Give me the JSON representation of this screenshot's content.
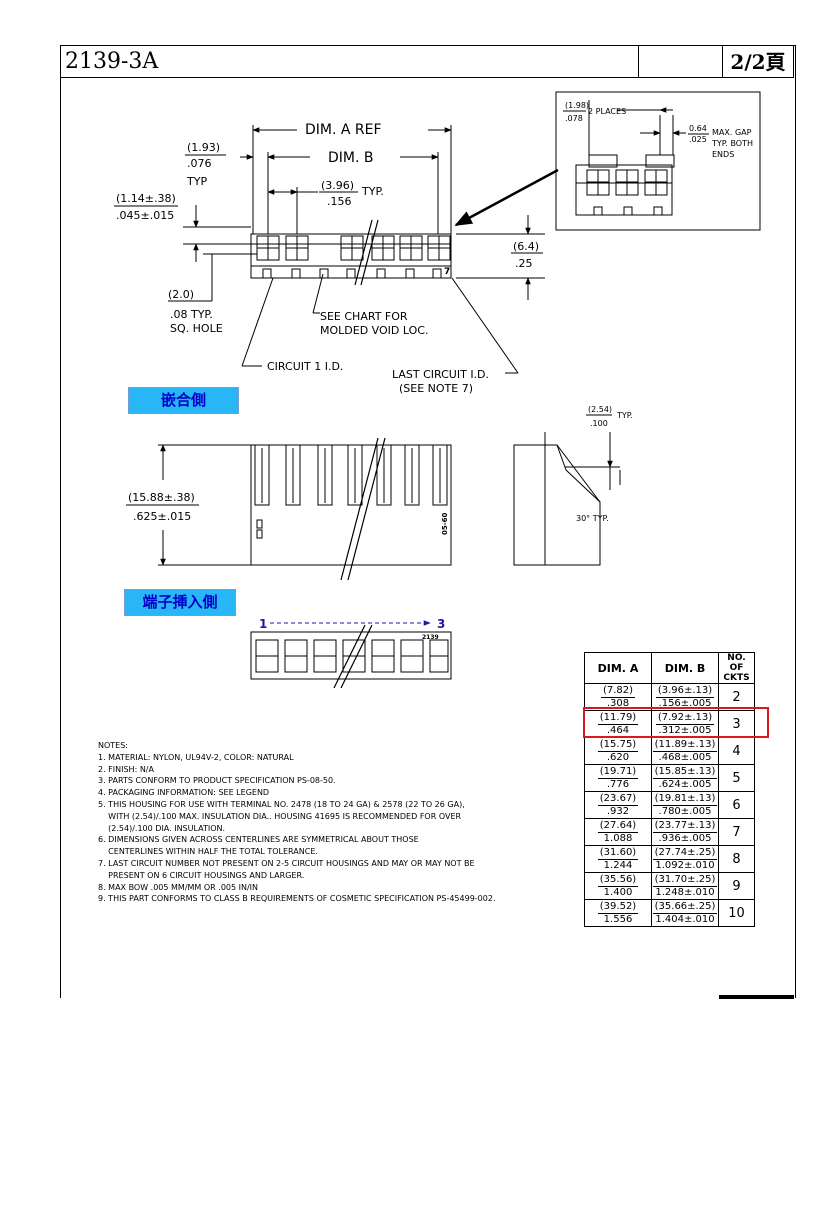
{
  "header": {
    "doc_number": "2139-3A",
    "page_indicator": "2/2頁"
  },
  "view_labels": {
    "mating_side": "嵌合側",
    "terminal_insertion_side": "端子挿入側"
  },
  "top_view": {
    "dim_a_ref": "DIM. A REF",
    "dim_b": "DIM. B",
    "offset_mm": "(1.93)",
    "offset_in": ".076",
    "offset_typ": "TYP",
    "pitch_mm": "(3.96)",
    "pitch_in": ".156",
    "pitch_typ": "TYP.",
    "wall_mm": "(1.14±.38)",
    "wall_in": ".045±.015",
    "height_mm": "(6.4)",
    "height_in": ".25",
    "hole_mm": "(2.0)",
    "hole_in": ".08 TYP.",
    "hole_note": "SQ. HOLE",
    "void_note_1": "SEE CHART FOR",
    "void_note_2": "MOLDED VOID LOC.",
    "circuit1": "CIRCUIT 1 I.D.",
    "last_circuit_1": "LAST CIRCUIT I.D.",
    "last_circuit_2": "(SEE NOTE 7)",
    "circuit_number": "7"
  },
  "detail_view": {
    "width_mm": "(1.98)",
    "width_in": ".078",
    "places": "2 PLACES",
    "gap_mm": "0.64",
    "gap_in": ".025",
    "gap_note_1": "MAX. GAP",
    "gap_note_2": "TYP. BOTH",
    "gap_note_3": "ENDS"
  },
  "side_view": {
    "height_mm": "(15.88±.38)",
    "height_in": ".625±.015",
    "marking": "05-60",
    "chamfer_mm": "(2.54)",
    "chamfer_in": ".100",
    "chamfer_typ": "TYP.",
    "angle": "30° TYP."
  },
  "insertion_view": {
    "arrow_start": "1",
    "arrow_end": "3",
    "part_mark": "2139"
  },
  "notes": [
    "NOTES:",
    "1. MATERIAL: NYLON, UL94V-2, COLOR: NATURAL",
    "2. FINISH: N/A",
    "3. PARTS CONFORM TO PRODUCT SPECIFICATION PS-08-50.",
    "4. PACKAGING INFORMATION: SEE LEGEND",
    "5. THIS HOUSING FOR USE WITH TERMINAL NO. 2478 (18 TO 24 GA) & 2578 (22 TO 26 GA),",
    "    WITH (2.54)/.100 MAX. INSULATION DIA.. HOUSING 41695 IS RECOMMENDED FOR OVER",
    "    (2.54)/.100 DIA. INSULATION.",
    "6. DIMENSIONS GIVEN ACROSS CENTERLINES ARE SYMMETRICAL ABOUT THOSE",
    "    CENTERLINES WITHIN HALF THE TOTAL TOLERANCE.",
    "7. LAST CIRCUIT NUMBER NOT PRESENT ON 2-5 CIRCUIT HOUSINGS AND MAY OR MAY NOT BE",
    "    PRESENT ON 6 CIRCUIT HOUSINGS AND LARGER.",
    "8. MAX BOW .005 MM/MM OR .005 IN/IN",
    "9. THIS PART CONFORMS TO CLASS B REQUIREMENTS OF COSMETIC SPECIFICATION PS-45499-002."
  ],
  "dim_table": {
    "headers": [
      "DIM. A",
      "DIM. B",
      "NO. OF CKTS"
    ],
    "rows": [
      {
        "a_mm": "(7.82)",
        "a_in": ".308",
        "b_mm": "(3.96±.13)",
        "b_in": ".156±.005",
        "ckts": "2"
      },
      {
        "a_mm": "(11.79)",
        "a_in": ".464",
        "b_mm": "(7.92±.13)",
        "b_in": ".312±.005",
        "ckts": "3"
      },
      {
        "a_mm": "(15.75)",
        "a_in": ".620",
        "b_mm": "(11.89±.13)",
        "b_in": ".468±.005",
        "ckts": "4"
      },
      {
        "a_mm": "(19.71)",
        "a_in": ".776",
        "b_mm": "(15.85±.13)",
        "b_in": ".624±.005",
        "ckts": "5"
      },
      {
        "a_mm": "(23.67)",
        "a_in": ".932",
        "b_mm": "(19.81±.13)",
        "b_in": ".780±.005",
        "ckts": "6"
      },
      {
        "a_mm": "(27.64)",
        "a_in": "1.088",
        "b_mm": "(23.77±.13)",
        "b_in": ".936±.005",
        "ckts": "7"
      },
      {
        "a_mm": "(31.60)",
        "a_in": "1.244",
        "b_mm": "(27.74±.25)",
        "b_in": "1.092±.010",
        "ckts": "8"
      },
      {
        "a_mm": "(35.56)",
        "a_in": "1.400",
        "b_mm": "(31.70±.25)",
        "b_in": "1.248±.010",
        "ckts": "9"
      },
      {
        "a_mm": "(39.52)",
        "a_in": "1.556",
        "b_mm": "(35.66±.25)",
        "b_in": "1.404±.010",
        "ckts": "10"
      }
    ],
    "highlight_color": "#d71920"
  }
}
